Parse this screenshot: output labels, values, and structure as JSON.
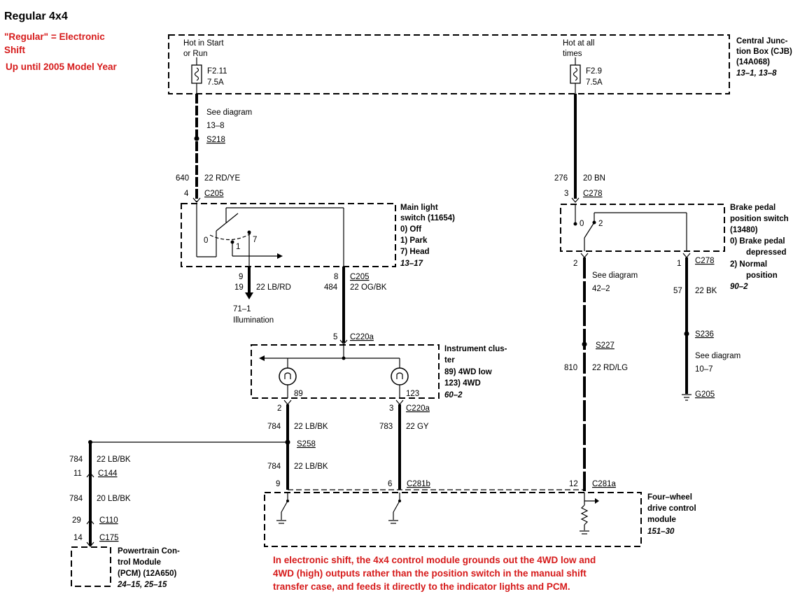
{
  "header": {
    "title": "Regular 4x4",
    "note_line1": "\"Regular\" = Electronic",
    "note_line2": "Shift",
    "note_line3": "Up until 2005 Model Year"
  },
  "cjb": {
    "hot_start_run_1": "Hot in Start",
    "hot_start_run_2": "or Run",
    "hot_all_times_1": "Hot at all",
    "hot_all_times_2": "times",
    "fuse_a": "F2.11",
    "fuse_a_rating": "7.5A",
    "fuse_b": "F2.9",
    "fuse_b_rating": "7.5A",
    "name_1": "Central Junc-",
    "name_2": "tion Box (CJB)",
    "name_3": "(14A068)",
    "ref": "13–1, 13–8"
  },
  "left_feed": {
    "see_diagram": "See diagram",
    "see_ref": "13–8",
    "splice": "S218",
    "circuit": "640",
    "wire": "22 RD/YE",
    "pin": "4",
    "connector": "C205"
  },
  "main_light_switch": {
    "name_1": "Main light",
    "name_2": "switch (11654)",
    "opt0": "0)   Off",
    "opt1": "1)   Park",
    "opt7": "7)   Head",
    "ref": "13–17",
    "pos0": "0",
    "pos1": "1",
    "pos7": "7"
  },
  "illumination": {
    "pin": "9",
    "circuit": "19",
    "wire": "22 LB/RD",
    "ref": "71–1",
    "label": "Illumination"
  },
  "switch_output": {
    "pin": "8",
    "connector": "C205",
    "circuit": "484",
    "wire": "22 OG/BK"
  },
  "instrument_cluster": {
    "pin_in": "5",
    "connector_in": "C220a",
    "name_1": "Instrument clus-",
    "name_2": "ter",
    "opt89": "89) 4WD low",
    "opt123": "123)    4WD",
    "ref": "60–2",
    "lamp1": "89",
    "lamp2": "123",
    "pin_out1": "2",
    "pin_out2": "3",
    "connector_out": "C220a"
  },
  "wires_mid": {
    "c784a": "784",
    "w784a": "22 LB/BK",
    "c783": "783",
    "w783": "22 GY",
    "splice": "S258",
    "c784b": "784",
    "w784b": "22 LB/BK"
  },
  "pcm_branch": {
    "c784": "784",
    "w784": "22 LB/BK",
    "pin11": "11",
    "conn_c144": "C144",
    "c784b": "784",
    "w784b": "20 LB/BK",
    "pin29": "29",
    "conn_c110": "C110",
    "pin14": "14",
    "conn_c175": "C175",
    "name_1": "Powertrain Con-",
    "name_2": "trol Module",
    "name_3": "(PCM) (12A650)",
    "ref": "24–15, 25–15"
  },
  "right_feed": {
    "circuit": "276",
    "wire": "20 BN",
    "pin": "3",
    "connector": "C278"
  },
  "brake_switch": {
    "name_1": "Brake pedal",
    "name_2": "position switch",
    "name_3": "(13480)",
    "opt0a": "0)   Brake pedal",
    "opt0b": "depressed",
    "opt2a": "2)   Normal",
    "opt2b": "position",
    "ref": "90–2",
    "pos0": "0",
    "pos2": "2",
    "pin_out2": "2",
    "pin_out1": "1",
    "connector_out": "C278"
  },
  "brake_out": {
    "see_diagram": "See diagram",
    "see_ref": "42–2",
    "splice": "S227",
    "circuit": "810",
    "wire": "22 RD/LG"
  },
  "ground_branch": {
    "circuit": "57",
    "wire": "22 BK",
    "splice": "S236",
    "see_diagram": "See diagram",
    "see_ref": "10–7",
    "ground": "G205"
  },
  "module_4wd": {
    "pin9": "9",
    "pin6": "6",
    "conn_c281b": "C281b",
    "pin12": "12",
    "conn_c281a": "C281a",
    "name_1": "Four–wheel",
    "name_2": "drive control",
    "name_3": "module",
    "ref": "151–30"
  },
  "footnote": {
    "line1": "In electronic shift, the 4x4 control module grounds out the 4WD low and",
    "line2": "4WD (high) outputs rather than the position switch in the manual shift",
    "line3": "transfer case, and feeds it directly to the indicator lights and PCM."
  }
}
